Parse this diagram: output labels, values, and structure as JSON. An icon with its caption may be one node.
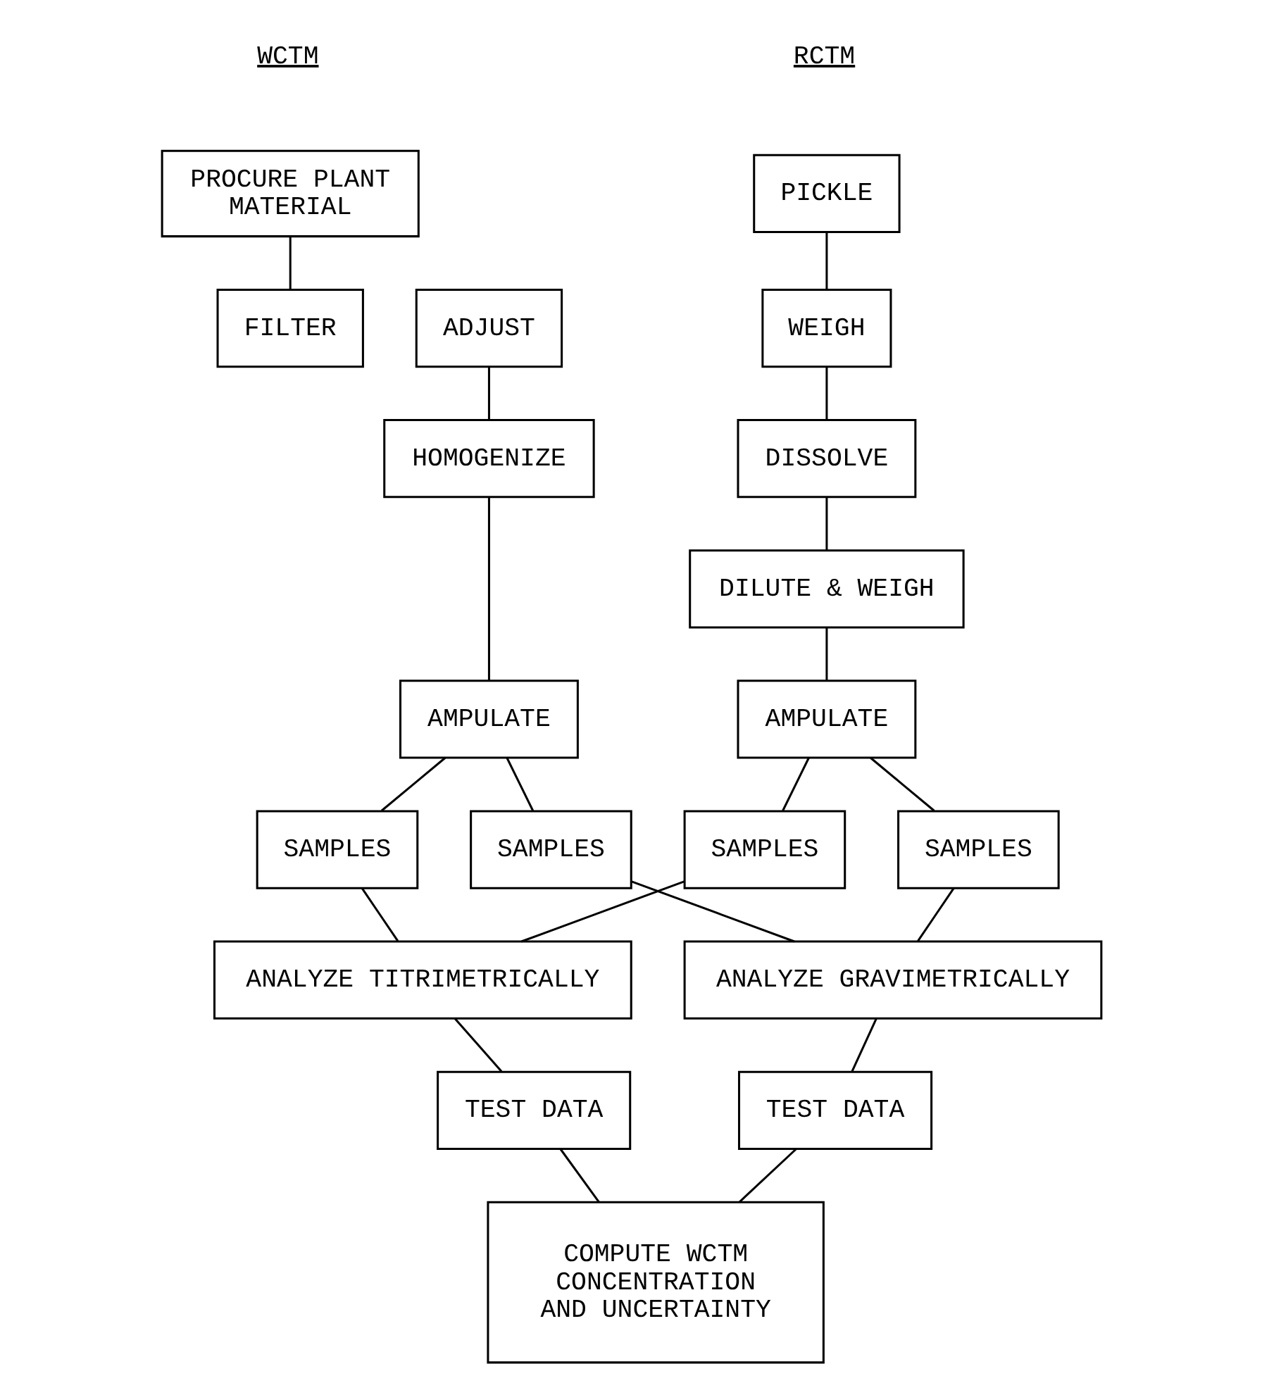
{
  "diagram": {
    "nodes": [
      {
        "text": [
          "PROCURE PLANT MATERIAL"
        ]
      },
      {
        "text": [
          "FILTER"
        ]
      },
      {
        "text": [
          "ADJUST"
        ]
      },
      {
        "text": [
          "HOMOGENIZE"
        ]
      },
      {
        "text": [
          "AMPULATE"
        ]
      },
      {
        "text": [
          "SAMPLES"
        ]
      },
      {
        "text": [
          "SAMPLES"
        ]
      },
      {
        "text": [
          "PICKLE"
        ]
      },
      {
        "text": [
          "WEIGH"
        ]
      },
      {
        "text": [
          "DISSOLVE"
        ]
      },
      {
        "text": [
          "DILUTE & WEIGH"
        ]
      },
      {
        "text": [
          "AMPULATE"
        ]
      },
      {
        "text": [
          "SAMPLES"
        ]
      },
      {
        "text": [
          "SAMPLES"
        ]
      },
      {
        "text": [
          "ANALYZE TITRIMETRICALLY"
        ]
      },
      {
        "text": [
          "ANALYZE GRAVIMETRICALLY"
        ]
      },
      {
        "text": [
          "TEST DATA"
        ]
      },
      {
        "text": [
          "TEST DATA"
        ]
      },
      {
        "text": [
          "COMPUTE WCTM CONCENTRATION AND UNCERTAINTY"
        ]
      }
    ],
    "edges": [
      {
        "from": 0,
        "to": 1,
        "arrow": "none"
      },
      {
        "from": 2,
        "to": 3,
        "arrow": "none"
      },
      {
        "from": 3,
        "to": 4,
        "arrow": "none"
      },
      {
        "from": 4,
        "to": 5,
        "arrow": "none"
      },
      {
        "from": 4,
        "to": 6,
        "arrow": "none"
      },
      {
        "from": 7,
        "to": 8,
        "arrow": "none"
      },
      {
        "from": 8,
        "to": 9,
        "arrow": "none"
      },
      {
        "from": 9,
        "to": 10,
        "arrow": "none"
      },
      {
        "from": 10,
        "to": 11,
        "arrow": "none"
      },
      {
        "from": 11,
        "to": 12,
        "arrow": "none"
      },
      {
        "from": 11,
        "to": 13,
        "arrow": "none"
      },
      {
        "from": 5,
        "to": 14,
        "arrow": "none"
      },
      {
        "from": 6,
        "to": 15,
        "arrow": "none"
      },
      {
        "from": 12,
        "to": 14,
        "arrow": "none"
      },
      {
        "from": 13,
        "to": 15,
        "arrow": "none"
      },
      {
        "from": 14,
        "to": 16,
        "arrow": "none"
      },
      {
        "from": 15,
        "to": 17,
        "arrow": "none"
      },
      {
        "from": 16,
        "to": 18,
        "arrow": "none"
      },
      {
        "from": 17,
        "to": 18,
        "arrow": "none"
      }
    ],
    "labels": [
      "WCTM",
      "RCTM"
    ]
  }
}
